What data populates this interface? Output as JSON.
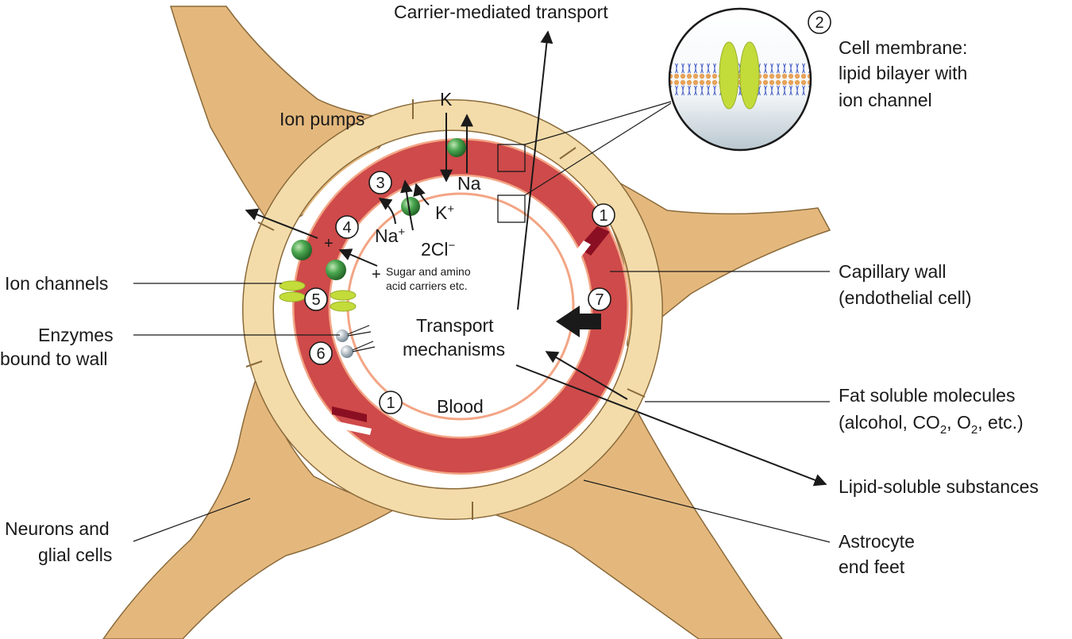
{
  "colors": {
    "tissue": "#e4b87d",
    "tissue_stroke": "#8a6a3a",
    "astrocyte": "#f3dcaa",
    "wall": "#cf4a4a",
    "wall_edge": "#f3a585",
    "junction": "#8b0f22",
    "sphere": "#3f9a45",
    "channel": "#c3dc3a",
    "arrow": "#1a1a1a"
  },
  "labels": {
    "carrier_mediated": "Carrier-mediated transport",
    "cell_membrane": [
      "Cell membrane:",
      "lipid bilayer with",
      "ion channel"
    ],
    "ion_pumps": "Ion pumps",
    "k": "K",
    "na": "Na",
    "k_plus": "K",
    "na_plus": "Na",
    "two_cl": "2Cl",
    "plus_sign": "+",
    "minus_sign": "−",
    "sugar": [
      "Sugar and amino",
      "acid carriers etc."
    ],
    "ion_channels": "Ion channels",
    "enzymes": [
      "Enzymes",
      "bound to wall"
    ],
    "transport": [
      "Transport",
      "mechanisms"
    ],
    "blood": "Blood",
    "capillary_wall": [
      "Capillary wall",
      "(endothelial cell)"
    ],
    "fat_soluble_1": "Fat soluble molecules",
    "fat_soluble_2": {
      "a": "(alcohol, CO",
      "sub1": "2",
      "b": ", O",
      "sub2": "2",
      "c": ", etc.)"
    },
    "lipid_soluble": "Lipid-soluble substances",
    "neurons": [
      "Neurons and",
      "glial cells"
    ],
    "astrocyte": [
      "Astrocyte",
      "end feet"
    ]
  },
  "markers": {
    "m1": "1",
    "m2": "2",
    "m3": "3",
    "m4": "4",
    "m5": "5",
    "m6": "6",
    "m7": "7"
  }
}
